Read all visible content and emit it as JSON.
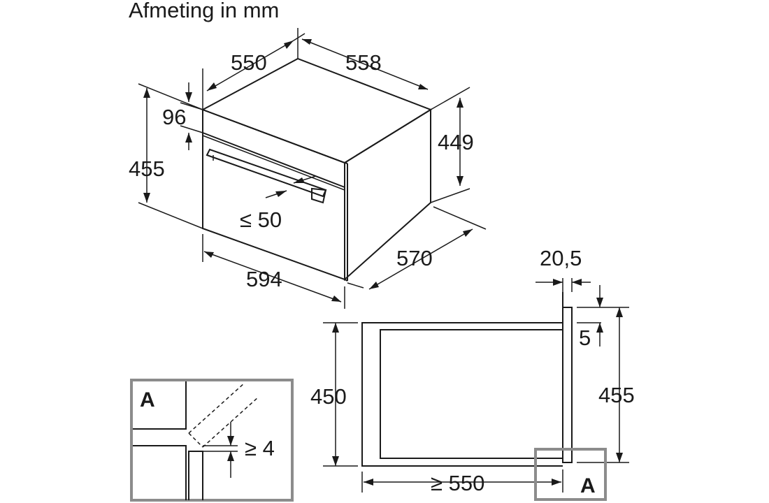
{
  "title": "Afmeting in mm",
  "oven_view": {
    "depth_left": "550",
    "depth_right": "558",
    "control_panel_height": "96",
    "front_height": "455",
    "side_height": "449",
    "handle_projection": "≤ 50",
    "front_width": "594",
    "total_depth": "570"
  },
  "side_view": {
    "panel_thickness": "20,5",
    "top_offset": "5",
    "cavity_height": "450",
    "total_height": "455",
    "min_depth": "≥ 550",
    "detail_ref": "A"
  },
  "detail_a": {
    "label": "A",
    "min_gap": "≥ 4"
  }
}
